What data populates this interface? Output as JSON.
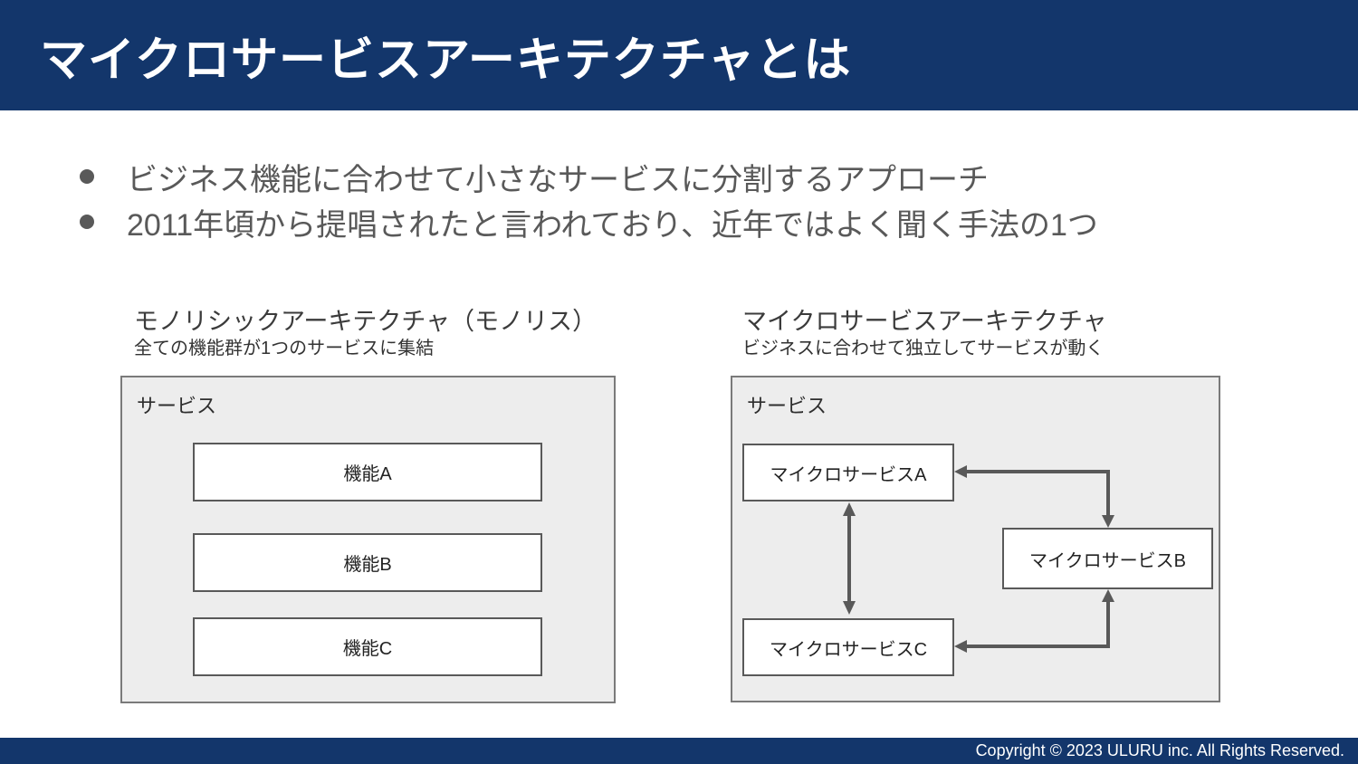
{
  "slide": {
    "title": "マイクロサービスアーキテクチャとは"
  },
  "bullets": [
    {
      "text": "ビジネス機能に合わせて小さなサービスに分割するアプローチ"
    },
    {
      "text": "2011年頃から提唱されたと言われており、近年ではよく聞く手法の1つ"
    }
  ],
  "monolith": {
    "title": "モノリシックアーキテクチャ（モノリス）",
    "subtitle": "全ての機能群が1つのサービスに集結",
    "container_label": "サービス",
    "boxes": [
      {
        "label": "機能A"
      },
      {
        "label": "機能B"
      },
      {
        "label": "機能C"
      }
    ]
  },
  "microservices": {
    "title": "マイクロサービスアーキテクチャ",
    "subtitle": "ビジネスに合わせて独立してサービスが動く",
    "container_label": "サービス",
    "boxes": [
      {
        "label": "マイクロサービスA"
      },
      {
        "label": "マイクロサービスB"
      },
      {
        "label": "マイクロサービスC"
      }
    ],
    "arrows": [
      {
        "name": "double-arrow-a-c",
        "between": [
          "マイクロサービスA",
          "マイクロサービスC"
        ],
        "bidirectional": true
      },
      {
        "name": "elbow-arrow-a-b",
        "between": [
          "マイクロサービスA",
          "マイクロサービスB"
        ],
        "bidirectional": true
      },
      {
        "name": "elbow-arrow-c-b",
        "between": [
          "マイクロサービスC",
          "マイクロサービスB"
        ],
        "bidirectional": true
      }
    ]
  },
  "footer": {
    "copyright": "Copyright © 2023 ULURU inc. All Rights Reserved."
  },
  "colors": {
    "header_navy": "#13366B",
    "body_text_gray": "#595959",
    "container_bg": "#EDEDED",
    "container_border": "#7A7A7A",
    "node_border": "#595959",
    "arrow": "#595959"
  }
}
